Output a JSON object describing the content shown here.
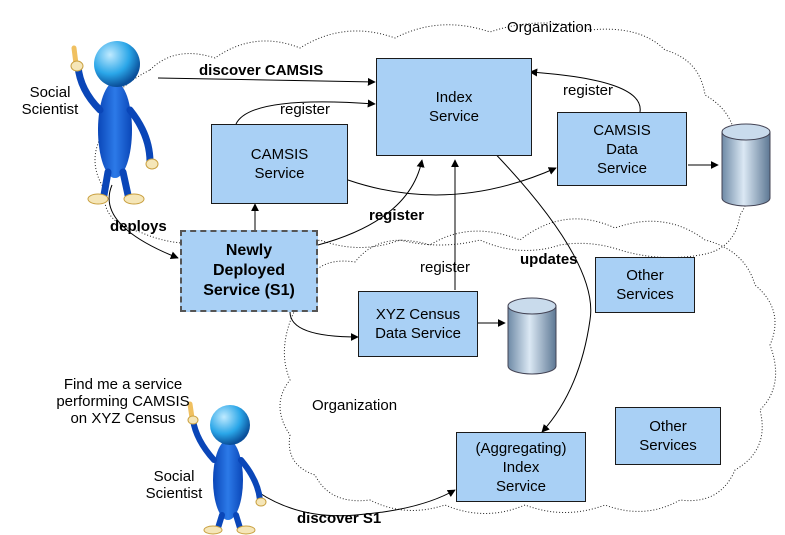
{
  "clouds": {
    "top": "Organization",
    "bottom": "Organization"
  },
  "boxes": {
    "index_service": "Index\nService",
    "camsis_service": "CAMSIS\nService",
    "camsis_data_service": "CAMSIS\nData\nService",
    "newly_deployed": "Newly\nDeployed\nService (S1)",
    "xyz_census": "XYZ Census\nData Service",
    "other_services_1": "Other\nServices",
    "other_services_2": "Other\nServices",
    "aggregating_index": "(Aggregating)\nIndex\nService"
  },
  "labels": {
    "social_scientist_top": "Social\nScientist",
    "social_scientist_bottom": "Social\nScientist",
    "discover_camsis": "discover CAMSIS",
    "register_1": "register",
    "register_2": "register",
    "register_3": "register",
    "register_bold": "register",
    "deploys": "deploys",
    "updates": "updates",
    "find_me": "Find me a service\nperforming CAMSIS\non XYZ Census",
    "discover_s1": "discover S1"
  },
  "colors": {
    "box_fill": "#a9d0f5",
    "figure_body": "#1460d8",
    "figure_head": "#2aa6e8",
    "database": "#9fb8cf"
  }
}
